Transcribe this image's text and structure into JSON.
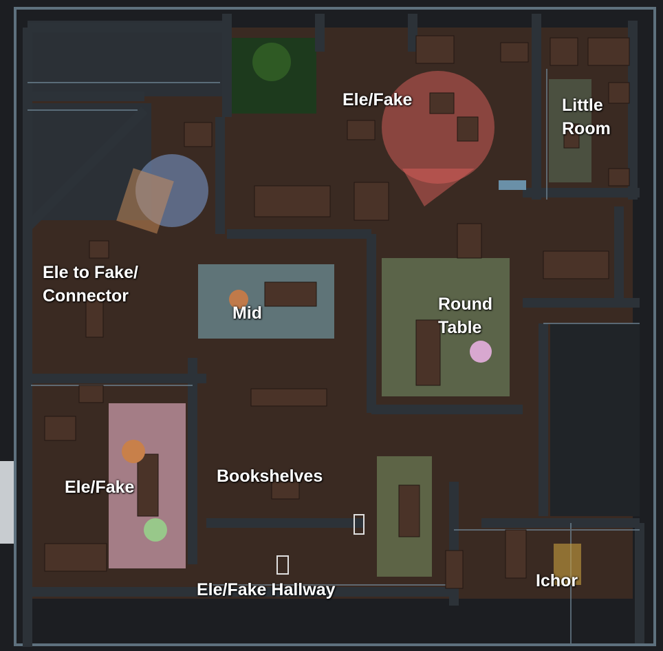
{
  "map": {
    "labels": {
      "ele_fake_top": "Ele/Fake",
      "little_room_1": "Little",
      "little_room_2": "Room",
      "ele_to_fake_1": "Ele to Fake/",
      "ele_to_fake_2": "Connector",
      "mid": "Mid",
      "round_table_1": "Round",
      "round_table_2": "Table",
      "bookshelves": "Bookshelves",
      "ele_fake_left": "Ele/Fake",
      "ele_fake_hallway": "Ele/Fake Hallway",
      "ichor": "Ichor"
    },
    "colors": {
      "floor": "#3a2a22",
      "wall": "#2c3238",
      "wall_edge": "#6f8696",
      "void": "#1c1e22",
      "rug_mid": "#5f7478",
      "rug_round_table": "#5b6449",
      "rug_left": "#c89aa8",
      "rug_bookshelves": "#5d6446",
      "vision_red": "#d9605c",
      "vision_blue": "#6a7fa6",
      "vision_orange": "#d0905a",
      "label_text": "#ffffff"
    }
  }
}
